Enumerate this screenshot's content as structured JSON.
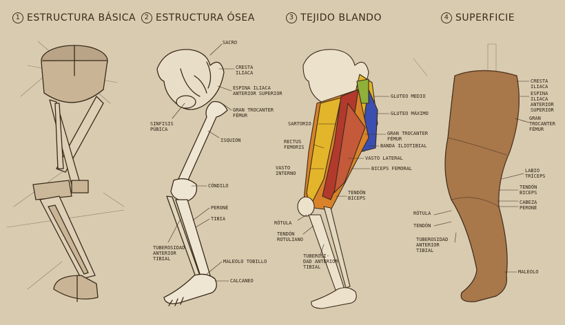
{
  "panels": [
    {
      "number": "1",
      "title": "ESTRUCTURA BÁSICA"
    },
    {
      "number": "2",
      "title": "ESTRUCTURA ÓSEA"
    },
    {
      "number": "3",
      "title": "TEJIDO BLANDO"
    },
    {
      "number": "4",
      "title": "SUPERFICIE"
    }
  ],
  "osea_labels": {
    "sacro": "SACRO",
    "cresta": "CRESTA\nILIACA",
    "espina": "ESPINA ILIACA\nANTERIOR SUPERIOR",
    "trocanter": "GRAN TROCANTER\nFÉMUR",
    "sinfisis": "SINFISIS\nPÚBICA",
    "isquion": "ISQUION",
    "condilo": "CÓNDILO",
    "perone": "PERONÉ",
    "tibia": "TIBIA",
    "tuberosidad": "TUBEROSIDAD\nANTERIOR\nTIBIAL",
    "maleolo": "MALEOLO TOBILLO",
    "calcaneo": "CALCANEO"
  },
  "blando_labels": {
    "gluteo_medio": "GLUTEO MEDIO",
    "gluteo_maximo": "GLUTEO MÁXIMO",
    "sartorio": "SARTORIO",
    "trocanter": "GRAN TROCANTER\nFÉMUR",
    "recto": "RECTUS\nFEMORIS",
    "banda": "BANDA ILIOTIBIAL",
    "vasto_lateral": "VASTO LATERAL",
    "vasto_interno": "VASTO\nINTERNO",
    "biceps": "BICEPS FEMORAL",
    "tendon_biceps": "TENDÓN\nBICEPS",
    "rotula": "RÓTULA",
    "tendon_rotuliano": "TENDÓN\nROTULIANO",
    "tuberosidad": "TUBEROSI-\nDAD ANTERIOR\nTIBIAL"
  },
  "superficie_labels": {
    "cresta": "CRESTA\nILIACA",
    "espina": "ESPINA\nILIACA\nANTERIOR\nSUPERIOR",
    "trocanter": "GRAN\nTROCANTER\nFÉMUR",
    "labio": "LABIO\nTRÍCEPS",
    "tendon_biceps": "TENDÓN\nBICEPS",
    "cabeza": "CABEZA\nPERONÉ",
    "rotula": "RÓTULA",
    "tendon": "TENDÓN",
    "tuberosidad": "TUBEROSIDAD\nANTERIOR\nTIBIAL",
    "maleolo": "MALEOLO"
  },
  "colors": {
    "background": "#d9cbb0",
    "ink": "#3a2a1a",
    "muscle_red": "#b23a2c",
    "muscle_orange": "#d8832a",
    "muscle_yellow": "#e3b52a",
    "muscle_blue": "#3a4fb0",
    "muscle_green": "#8fb03a",
    "skin": "#a8774a"
  }
}
